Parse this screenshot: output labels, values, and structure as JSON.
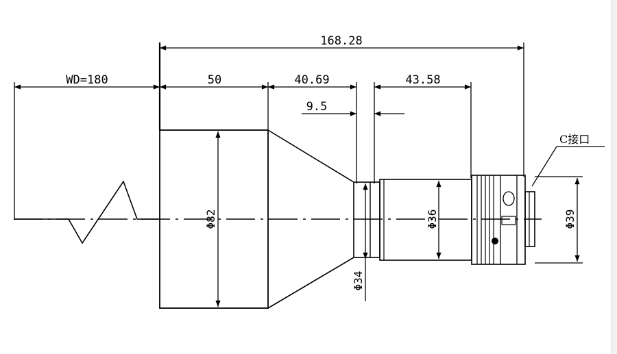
{
  "dimensions": {
    "overall_length": "168.28",
    "working_distance": "WD=180",
    "front_barrel_length": "50",
    "taper_length": "40.69",
    "rear_length": "43.58",
    "flange_offset": "9.5",
    "front_diameter": "Φ82",
    "neck_diameter": "Φ34",
    "rear_barrel_diameter": "Φ36",
    "mount_diameter": "Φ39"
  },
  "callouts": {
    "mount_label": "C接口"
  },
  "colors": {
    "line": "#000000",
    "background": "#ffffff"
  }
}
